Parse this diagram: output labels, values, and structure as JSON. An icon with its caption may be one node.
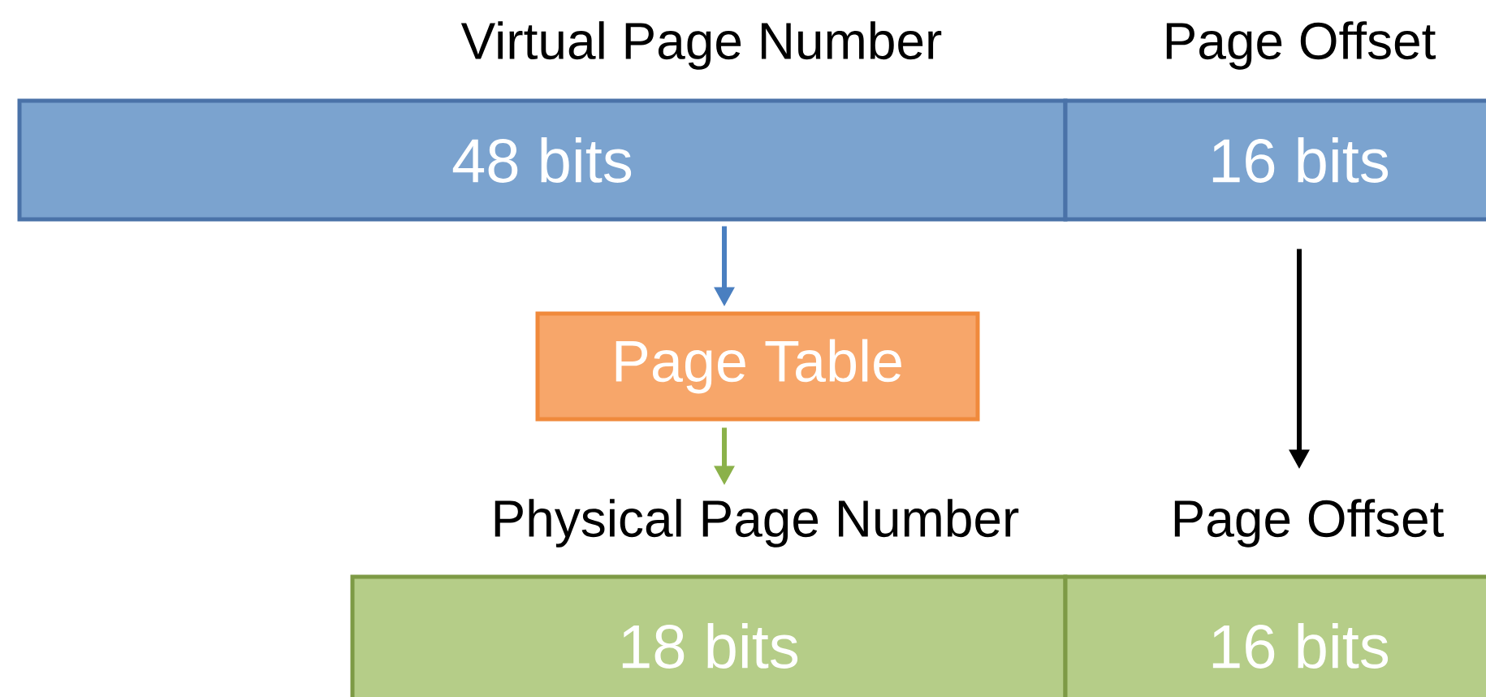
{
  "diagram": {
    "nodes": [
      {
        "text": [
          "48 bits"
        ],
        "beside": [
          "Virtual Page Number"
        ]
      },
      {
        "text": [
          "16 bits"
        ],
        "beside": [
          "Page Offset"
        ]
      },
      {
        "text": [
          "Page Table"
        ]
      },
      {
        "text": [
          "18 bits"
        ],
        "beside": [
          "Physical Page Number"
        ]
      },
      {
        "text": [
          "16 bits"
        ],
        "beside": [
          "Page Offset"
        ]
      }
    ],
    "edges": [
      {
        "from": 0,
        "to": 2,
        "arrow": "to",
        "color": "#4a7fc0"
      },
      {
        "from": 2,
        "to": 3,
        "arrow": "to",
        "color": "#8bb14a"
      },
      {
        "from": 1,
        "to": 4,
        "arrow": "to",
        "color": "#000000"
      }
    ]
  }
}
